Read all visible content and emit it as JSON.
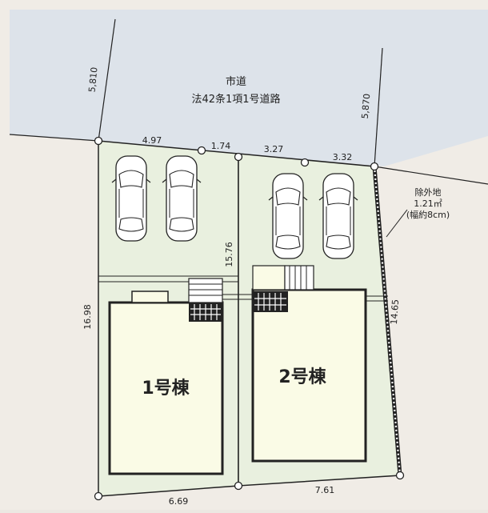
{
  "road": {
    "line1": "市道",
    "line2": "法42条1項1号道路",
    "width_left": "5,810",
    "width_right": "5,870"
  },
  "frontage": {
    "seg1": "4.97",
    "seg2": "1.74",
    "seg3": "3.27",
    "seg4": "3.32"
  },
  "sides": {
    "left": "16.98",
    "middle": "15.76",
    "right": "14.65"
  },
  "rear": {
    "lot1": "6.69",
    "lot2": "7.61"
  },
  "excluded": {
    "line1": "除外地",
    "line2": "1.21㎡",
    "line3": "(幅約8cm)"
  },
  "buildings": {
    "b1": "1号棟",
    "b2": "2号棟"
  },
  "colors": {
    "lot_fill": "#e9f0df",
    "building_fill": "#fafbe6",
    "road_fill": "#dde3ea",
    "line": "#222222"
  }
}
